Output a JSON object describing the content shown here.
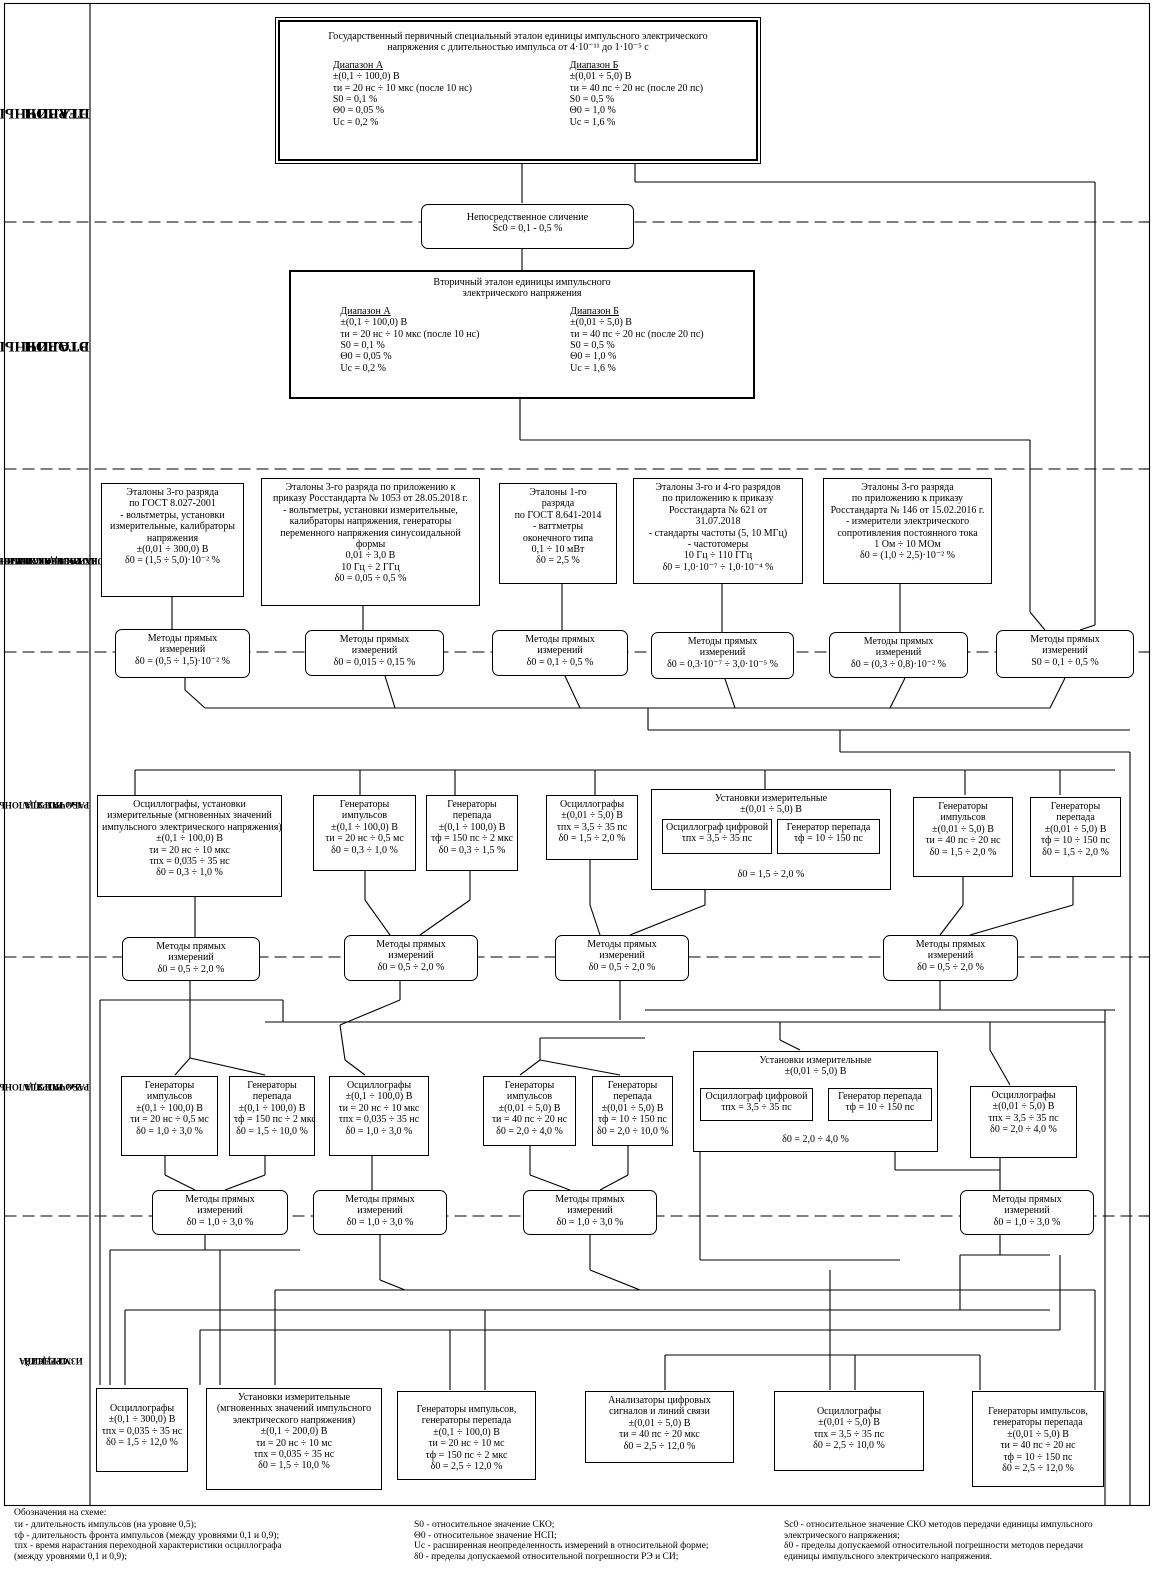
{
  "levels": {
    "primary": [
      "ПЕРВИЧНЫЙ",
      "ЭТАЛОН"
    ],
    "secondary": [
      "ВТОРИЧНЫЙ",
      "ЭТАЛОН"
    ],
    "borrowed": [
      "РАБОЧИЕ ЭТАЛОНЫ,",
      "ЗАИМСТВОВАННЫЕ ИЗ",
      "ДРУГИХ ГОСУДАРСТВЕННЫХ",
      "ПОВЕРОЧНЫХ СХЕМ"
    ],
    "rank1": [
      "РАБОЧИЕ ЭТАЛОНЫ",
      "1-го РАЗРЯДА"
    ],
    "rank2": [
      "РАБОЧИЕ ЭТАЛОНЫ",
      "2-го РАЗРЯДА"
    ],
    "instruments": [
      "СРЕДСТВА",
      "ИЗМЕРЕНИЙ"
    ]
  },
  "primary": {
    "title": [
      "Государственный первичный специальный эталон единицы импульсного электрического",
      "напряжения с длительностью импульса от 4·10⁻¹¹ до 1·10⁻⁵ с"
    ],
    "range_a": [
      "Диапазон А",
      "±(0,1 ÷ 100,0) В",
      "τи = 20 нс ÷ 10 мкс (после 10 нс)",
      "S0 = 0,1 %",
      "Θ0 = 0,05 %",
      "Uc = 0,2 %"
    ],
    "range_b": [
      "Диапазон Б",
      "±(0,01 ÷ 5,0) В",
      "τи = 40 пс ÷ 20 нс (после 20 пс)",
      "S0 = 0,5 %",
      "Θ0 = 1,0 %",
      "Uc = 1,6 %"
    ]
  },
  "comparison": [
    "Непосредственное сличение",
    "Sc0 = 0,1 - 0,5 %"
  ],
  "secondary": {
    "title": [
      "Вторичный эталон единицы импульсного",
      "электрического напряжения"
    ],
    "range_a": [
      "Диапазон А",
      "±(0,1 ÷ 100,0) В",
      "τи = 20 нс ÷ 10 мкс (после 10 нс)",
      "S0 = 0,1 %",
      "Θ0 = 0,05 %",
      "Uc = 0,2 %"
    ],
    "range_b": [
      "Диапазон Б",
      "±(0,01 ÷ 5,0) В",
      "τи = 40 пс ÷ 20 нс (после 20 пс)",
      "S0 = 0,5 %",
      "Θ0 = 1,0 %",
      "Uc = 1,6 %"
    ]
  },
  "borrowed": [
    [
      "Эталоны 3-го разряда",
      "по ГОСТ 8.027-2001",
      "- вольтметры, установки",
      "измерительные, калибраторы",
      "напряжения",
      "±(0,01 ÷ 300,0) В",
      "δ0 = (1,5 ÷ 5,0)·10⁻² %"
    ],
    [
      "Эталоны 3-го разряда по приложению к",
      "приказу Росстандарта № 1053 от 28.05.2018 г.",
      "- вольтметры, установки измерительные,",
      "калибраторы напряжения, генераторы",
      "переменного напряжения синусоидальной",
      "формы",
      "0,01 ÷ 3,0 В",
      "10 Гц ÷ 2 ГГц",
      "δ0 = 0,05 ÷ 0,5 %"
    ],
    [
      "Эталоны 1-го",
      "разряда",
      "по ГОСТ 8.641-2014",
      "- ваттметры",
      "оконечного типа",
      "0,1 ÷ 10 мВт",
      "δ0 = 2,5 %"
    ],
    [
      "Эталоны 3-го и 4-го разрядов",
      "по приложению к приказу",
      "Росстандарта № 621 от",
      "31.07.2018",
      "- стандарты частоты (5, 10 МГц)",
      "- частотомеры",
      "10 Гц ÷ 110 ГГц",
      "δ0 = 1,0·10⁻⁷ ÷ 1,0·10⁻⁴ %"
    ],
    [
      "Эталоны 3-го разряда",
      "по приложению к приказу",
      "Росстандарта № 146 от 15.02.2016 г.",
      "- измерители электрического",
      "сопротивления постоянного тока",
      "1 Ом ÷ 10 МОм",
      "δ0 = (1,0 ÷ 2,5)·10⁻² %"
    ]
  ],
  "methods_row1": [
    [
      "Методы прямых",
      "измерений",
      "δ0 = (0,5 ÷ 1,5)·10⁻² %"
    ],
    [
      "Методы прямых",
      "измерений",
      "δ0 = 0,015 ÷ 0,15 %"
    ],
    [
      "Методы прямых",
      "измерений",
      "δ0 = 0,1 ÷ 0,5 %"
    ],
    [
      "Методы прямых",
      "измерений",
      "δ0 = 0,3·10⁻⁷ ÷ 3,0·10⁻⁵ %"
    ],
    [
      "Методы прямых",
      "измерений",
      "δ0 = (0,3 ÷ 0,8)·10⁻² %"
    ],
    [
      "Методы прямых",
      "измерений",
      "S0 = 0,1 ÷ 0,5 %"
    ]
  ],
  "rank1": [
    [
      "Осциллографы, установки",
      "измерительные (мгновенных значений",
      "импульсного электрического напряжения)",
      "±(0,1 ÷ 100,0) В",
      "τи = 20 нс ÷ 10 мкс",
      "τпх = 0,035 ÷ 35 нс",
      "δ0 = 0,3 ÷ 1,0 %"
    ],
    [
      "Генераторы",
      "импульсов",
      "±(0,1 ÷ 100,0) В",
      "τи = 20 нс ÷ 0,5 мс",
      "δ0 = 0,3 ÷ 1,0 %"
    ],
    [
      "Генераторы",
      "перепада",
      "±(0,1 ÷ 100,0) В",
      "τф = 150 пс ÷ 2 мкс",
      "δ0 = 0,3 ÷ 1,5 %"
    ],
    [
      "Осциллографы",
      "±(0,01 ÷ 5,0) В",
      "τпх = 3,5 ÷ 35 пс",
      "δ0 = 1,5 ÷ 2,0 %"
    ],
    [
      "Генераторы",
      "импульсов",
      "±(0,01 ÷ 5,0) В",
      "τи = 40 пс ÷ 20 нс",
      "δ0 = 1,5 ÷ 2,0 %"
    ],
    [
      "Генераторы",
      "перепада",
      "±(0,01 ÷ 5,0) В",
      "τф = 10 ÷ 150 пс",
      "δ0 = 1,5 ÷ 2,0 %"
    ]
  ],
  "rank1_install": {
    "title": [
      "Установки измерительные",
      "±(0,01 ÷ 5,0) В"
    ],
    "osc": [
      "Осциллограф цифровой",
      "τпх = 3,5 ÷ 35 пс"
    ],
    "gen": [
      "Генератор перепада",
      "τф = 10 ÷ 150 пс"
    ],
    "delta": "δ0 = 1,5 ÷ 2,0 %"
  },
  "methods_row2": [
    [
      "Методы прямых",
      "измерений",
      "δ0 = 0,5 ÷ 2,0 %"
    ],
    [
      "Методы прямых",
      "измерений",
      "δ0 = 0,5 ÷ 2,0 %"
    ],
    [
      "Методы прямых",
      "измерений",
      "δ0 = 0,5 ÷ 2,0 %"
    ],
    [
      "Методы прямых",
      "измерений",
      "δ0 = 0,5 ÷ 2,0 %"
    ]
  ],
  "rank2": [
    [
      "Генераторы",
      "импульсов",
      "±(0,1 ÷ 100,0) В",
      "τи = 20 нс ÷ 0,5 мс",
      "δ0 = 1,0 ÷ 3,0 %"
    ],
    [
      "Генераторы",
      "перепада",
      "±(0,1 ÷ 100,0) В",
      "τф = 150 пс ÷ 2 мкс",
      "δ0 = 1,5 ÷ 10,0 %"
    ],
    [
      "Осциллографы",
      "±(0,1 ÷ 100,0) В",
      "τи = 20 нс ÷ 10 мкс",
      "τпх = 0,035 ÷ 35 нс",
      "δ0 = 1,0 ÷ 3,0 %"
    ],
    [
      "Генераторы",
      "импульсов",
      "±(0,01 ÷ 5,0) В",
      "τи = 40 пс ÷ 20 нс",
      "δ0 = 2,0 ÷ 4,0 %"
    ],
    [
      "Генераторы",
      "перепада",
      "±(0,01 ÷ 5,0) В",
      "τф = 10 ÷ 150 пс",
      "δ0 = 2,0 ÷ 10,0 %"
    ],
    [
      "Осциллографы",
      "±(0,01 ÷ 5,0) В",
      "τпх = 3,5 ÷ 35 пс",
      "δ0 = 2,0 ÷ 4,0 %"
    ]
  ],
  "rank2_install": {
    "title": [
      "Установки измерительные",
      "±(0,01 ÷ 5,0) В"
    ],
    "osc": [
      "Осциллограф цифровой",
      "τпх = 3,5 ÷ 35 пс"
    ],
    "gen": [
      "Генератор перепада",
      "τф = 10 ÷ 150 пс"
    ],
    "delta": "δ0 = 2,0 ÷ 4,0 %"
  },
  "methods_row3": [
    [
      "Методы прямых",
      "измерений",
      "δ0 = 1,0 ÷ 3,0 %"
    ],
    [
      "Методы прямых",
      "измерений",
      "δ0 = 1,0 ÷ 3,0 %"
    ],
    [
      "Методы прямых",
      "измерений",
      "δ0 = 1,0 ÷ 3,0 %"
    ],
    [
      "Методы прямых",
      "измерений",
      "δ0 = 1,0 ÷ 3,0 %"
    ]
  ],
  "instruments": [
    [
      "Осциллографы",
      "±(0,1 ÷ 300,0) В",
      "τпх = 0,035 ÷ 35 нс",
      "δ0 = 1,5 ÷ 12,0 %"
    ],
    [
      "Установки измерительные",
      "(мгновенных значений импульсного",
      "электрического напряжения)",
      "±(0,1 ÷ 200,0) В",
      "τи = 20 нс ÷ 10 мс",
      "τпх = 0,035 ÷ 35 нс",
      "δ0 = 1,5 ÷ 10,0 %"
    ],
    [
      "Генераторы импульсов,",
      "генераторы перепада",
      "±(0,1 ÷ 100,0) В",
      "τи = 20 нс ÷ 10 мс",
      "τф = 150 пс ÷ 2 мкс",
      "δ0 = 2,5 ÷ 12,0 %"
    ],
    [
      "Анализаторы цифровых",
      "сигналов и линий связи",
      "±(0,01 ÷ 5,0) В",
      "τи = 40 пс ÷ 20 мкс",
      "δ0 = 2,5 ÷ 12,0 %"
    ],
    [
      "Осциллографы",
      "±(0,01 ÷ 5,0) В",
      "τпх = 3,5 ÷ 35 пс",
      "δ0 = 2,5 ÷ 10,0 %"
    ],
    [
      "Генераторы импульсов,",
      "генераторы перепада",
      "±(0,01 ÷ 5,0) В",
      "τи = 40 пс ÷ 20 нс",
      "τф = 10 ÷ 150 пс",
      "δ0 = 2,5 ÷ 12,0 %"
    ]
  ],
  "legend": {
    "title": "Обозначения на схеме:",
    "col1": [
      "τи - длительность импульсов (на уровне 0,5);",
      "τф - длительность фронта импульсов (между уровнями 0,1 и 0,9);",
      "τпх - время нарастания переходной характеристики осциллографа",
      "(между уровнями 0,1 и 0,9);"
    ],
    "col2": [
      "S0 - относительное значение СКО;",
      "Θ0 - относительное значение НСП;",
      "Uc - расширенная неопределенность измерений в относительной форме;",
      "δ0 - пределы допускаемой относительной погрешности РЭ и СИ;"
    ],
    "col3": [
      "Sc0 - относительное значение СКО методов передачи единицы импульсного",
      "электрического напряжения;",
      "δ0 - пределы допускаемой относительной погрешности методов передачи",
      "единицы импульсного электрического напряжения."
    ]
  }
}
